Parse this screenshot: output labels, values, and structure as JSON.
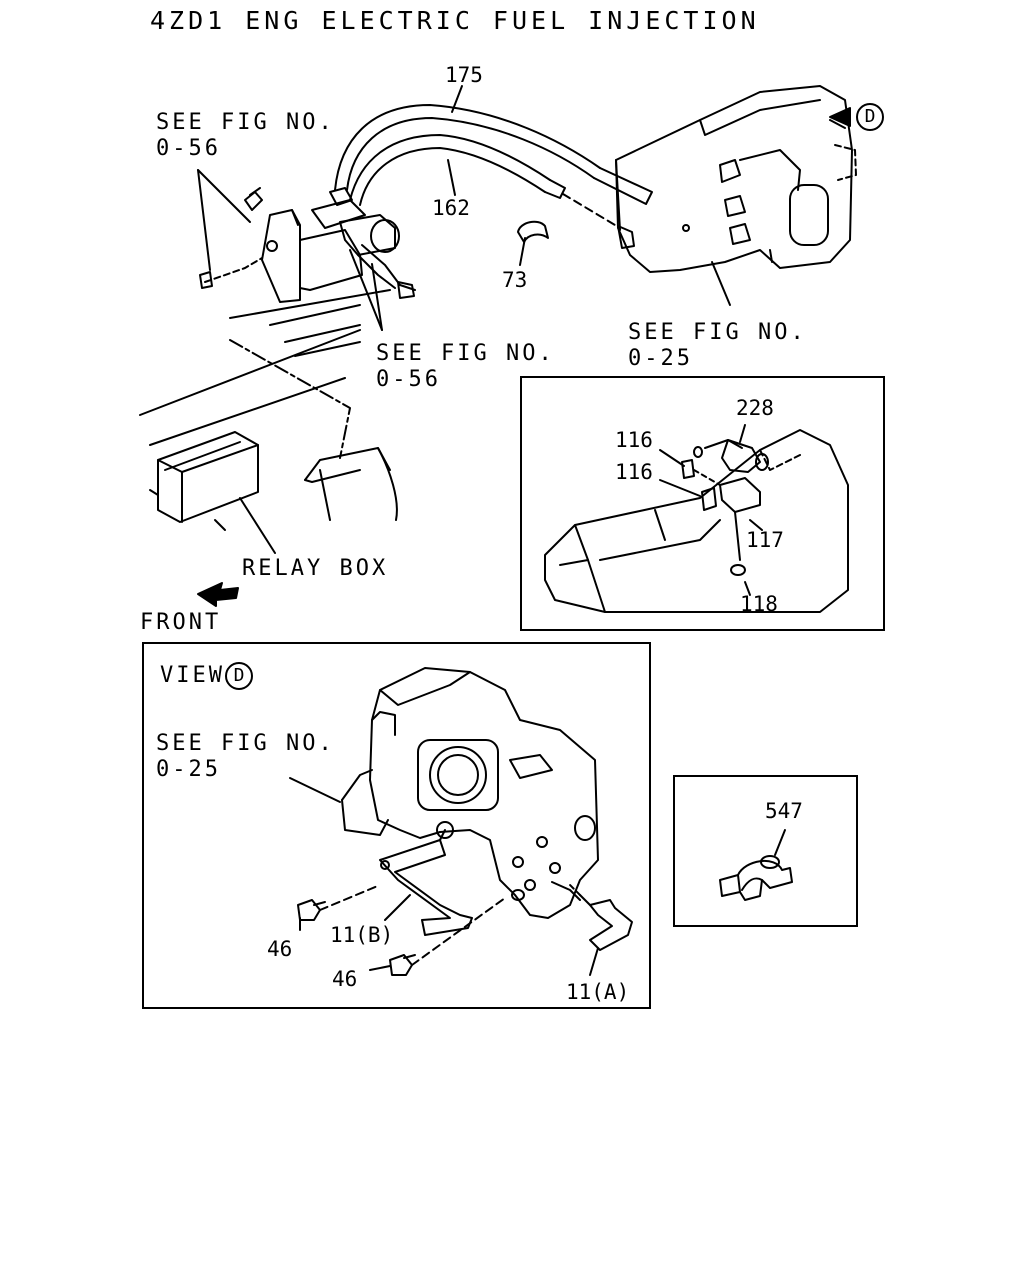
{
  "title": "4ZD1 ENG ELECTRIC FUEL INJECTION",
  "view_marker": "D",
  "labels": {
    "see_fig": "SEE FIG NO.",
    "fig_056": "0-56",
    "fig_025": "0-25",
    "relay_box": "RELAY BOX",
    "front": "FRONT",
    "view": "VIEW"
  },
  "parts": {
    "p175": "175",
    "p162": "162",
    "p73": "73",
    "p228": "228",
    "p116": "116",
    "p117": "117",
    "p118": "118",
    "p46": "46",
    "p11b": "11(B)",
    "p11a": "11(A)",
    "p547": "547"
  }
}
